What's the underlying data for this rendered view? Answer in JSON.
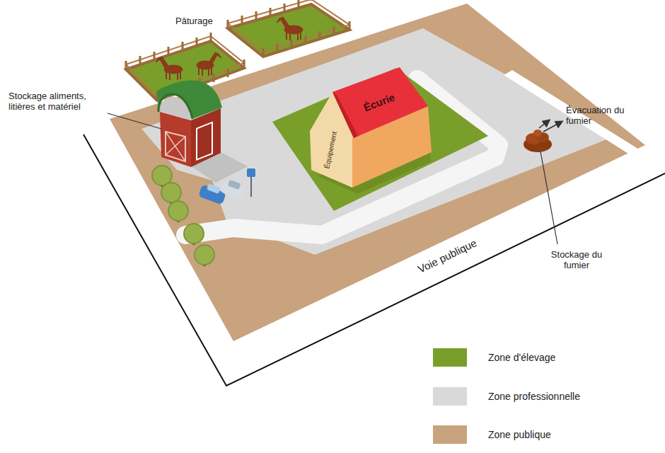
{
  "diagram": {
    "nodes": [
      {
        "text": [
          "Écurie",
          "Équipement"
        ]
      }
    ],
    "labels": [
      "Pâturage",
      "Stockage aliments, litières et matériel",
      "Évacuation du fumier",
      "Stockage du fumier",
      "Voie publique"
    ],
    "legend": [
      {
        "text": "Zone d'élevage",
        "color": "#7a9e2a"
      },
      {
        "text": "Zone professionnelle",
        "color": "#d9d9d9"
      },
      {
        "text": "Zone publique",
        "color": "#c9a27e"
      }
    ]
  }
}
